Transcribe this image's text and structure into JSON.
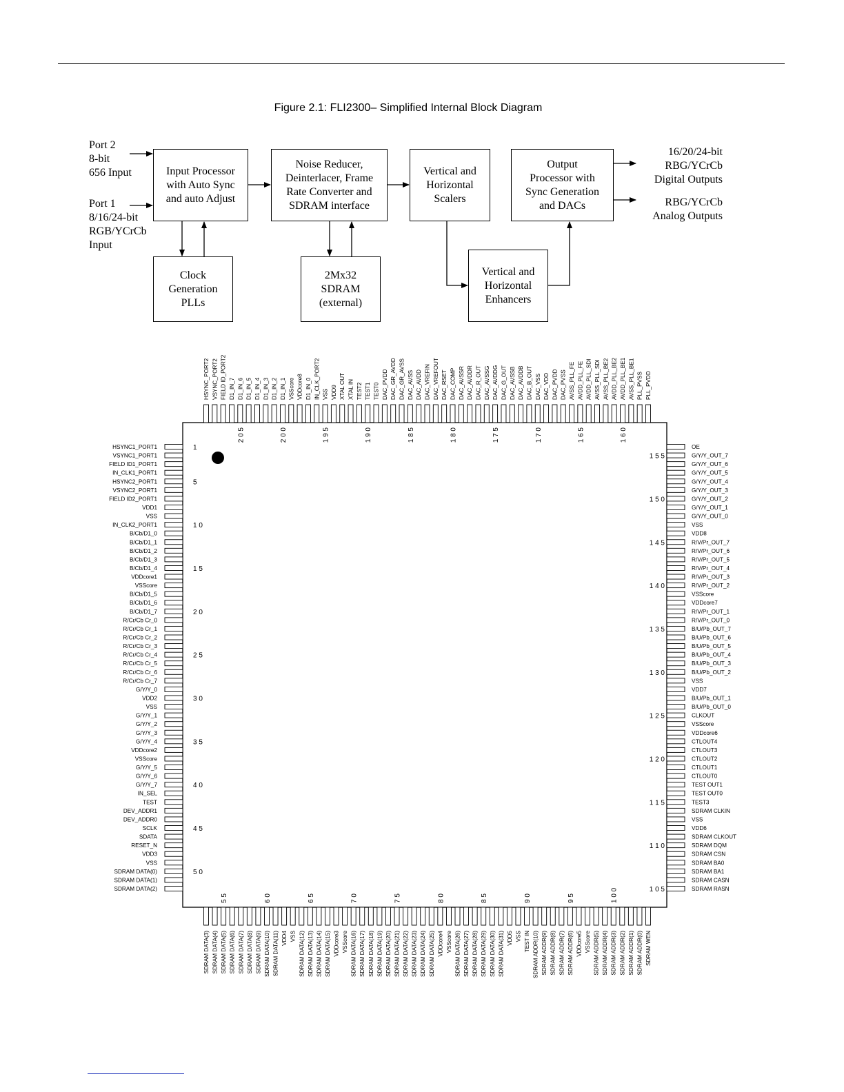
{
  "figure_title": "Figure 2.1: FLI2300– Simplified Internal Block Diagram",
  "block_diagram": {
    "inputs": {
      "port2": "Port 2\n8-bit\n656 Input",
      "port1": "Port 1\n8/16/24-bit\nRGB/YCrCb\nInput"
    },
    "blocks": {
      "input_processor": "Input Processor\nwith Auto Sync\nand auto Adjust",
      "noise_reducer": "Noise Reducer,\nDeinterlacer, Frame\nRate Converter and\nSDRAM interface",
      "scalers": "Vertical and\nHorizontal\nScalers",
      "output_processor": "Output\nProcessor with\nSync Generation\nand DACs",
      "clock_gen": "Clock\nGeneration\nPLLs",
      "sdram": "2Mx32\nSDRAM\n(external)",
      "enhancers": "Vertical and\nHorizontal\nEnhancers"
    },
    "outputs": {
      "digital": "16/20/24-bit\nRBG/YCrCb\nDigital Outputs",
      "analog": "RBG/YCrCb\nAnalog Outputs"
    }
  },
  "pinout": {
    "left_pins": [
      "HSYNC1_PORT1",
      "VSYNC1_PORT1",
      "FIELD ID1_PORT1",
      "IN_CLK1_PORT1",
      "HSYNC2_PORT1",
      "VSYNC2_PORT1",
      "FIELD ID2_PORT1",
      "VDD1",
      "VSS",
      "IN_CLK2_PORT1",
      "B/Cb/D1_0",
      "B/Cb/D1_1",
      "B/Cb/D1_2",
      "B/Cb/D1_3",
      "B/Cb/D1_4",
      "VDDcore1",
      "VSScore",
      "B/Cb/D1_5",
      "B/Cb/D1_6",
      "B/Cb/D1_7",
      "R/Cr/Cb Cr_0",
      "R/Cr/Cb Cr_1",
      "R/Cr/Cb Cr_2",
      "R/Cr/Cb Cr_3",
      "R/Cr/Cb Cr_4",
      "R/Cr/Cb Cr_5",
      "R/Cr/Cb Cr_6",
      "R/Cr/Cb Cr_7",
      "G/Y/Y_0",
      "VDD2",
      "VSS",
      "G/Y/Y_1",
      "G/Y/Y_2",
      "G/Y/Y_3",
      "G/Y/Y_4",
      "VDDcore2",
      "VSScore",
      "G/Y/Y_5",
      "G/Y/Y_6",
      "G/Y/Y_7",
      "IN_SEL",
      "TEST",
      "DEV_ADDR1",
      "DEV_ADDR0",
      "SCLK",
      "SDATA",
      "RESET_N",
      "VDD3",
      "VSS",
      "SDRAM DATA(0)",
      "SDRAM DATA(1)",
      "SDRAM DATA(2)"
    ],
    "bottom_pins": [
      "SDRAM DATA(3)",
      "SDRAM DATA(4)",
      "SDRAM DATA(5)",
      "SDRAM DATA(6)",
      "SDRAM DATA(7)",
      "SDRAM DATA(8)",
      "SDRAM DATA(9)",
      "SDRAM DATA(10)",
      "SDRAM DATA(11)",
      "VDD4",
      "VSS",
      "SDRAM DATA(12)",
      "SDRAM DATA(13)",
      "SDRAM DATA(14)",
      "SDRAM DATA(15)",
      "VDDcore3",
      "VSScore",
      "SDRAM DATA(16)",
      "SDRAM DATA(17)",
      "SDRAM DATA(18)",
      "SDRAM DATA(19)",
      "SDRAM DATA(20)",
      "SDRAM DATA(21)",
      "SDRAM DATA(22)",
      "SDRAM DATA(23)",
      "SDRAM DATA(24)",
      "SDRAM DATA(25)",
      "VDDcore4",
      "VSScore",
      "SDRAM DATA(26)",
      "SDRAM DATA(27)",
      "SDRAM DATA(28)",
      "SDRAM DATA(29)",
      "SDRAM DATA(30)",
      "SDRAM DATA(31)",
      "VDD5",
      "VSS",
      "TEST IN",
      "SDRAM ADDR(10)",
      "SDRAM ADDR(9)",
      "SDRAM ADDR(8)",
      "SDRAM ADDR(7)",
      "SDRAM ADDR(6)",
      "VDDcore5",
      "VSScore",
      "SDRAM ADDR(5)",
      "SDRAM ADDR(4)",
      "SDRAM ADDR(3)",
      "SDRAM ADDR(2)",
      "SDRAM ADDR(1)",
      "SDRAM ADDR(0)",
      "SDRAM WEN"
    ],
    "right_pins": [
      "SDRAM RASN",
      "SDRAM CASN",
      "SDRAM BA1",
      "SDRAM BA0",
      "SDRAM CSN",
      "SDRAM DQM",
      "SDRAM CLKOUT",
      "VDD6",
      "VSS",
      "SDRAM CLKIN",
      "TEST3",
      "TEST OUT0",
      "TEST OUT1",
      "CTLOUT0",
      "CTLOUT1",
      "CTLOUT2",
      "CTLOUT3",
      "CTLOUT4",
      "VDDcore6",
      "VSScore",
      "CLKOUT",
      "B/U/Pb_OUT_0",
      "B/U/Pb_OUT_1",
      "VDD7",
      "VSS",
      "B/U/Pb_OUT_2",
      "B/U/Pb_OUT_3",
      "B/U/Pb_OUT_4",
      "B/U/Pb_OUT_5",
      "B/U/Pb_OUT_6",
      "B/U/Pb_OUT_7",
      "R/V/Pr_OUT_0",
      "R/V/Pr_OUT_1",
      "VDDcore7",
      "VSScore",
      "R/V/Pr_OUT_2",
      "R/V/Pr_OUT_3",
      "R/V/Pr_OUT_4",
      "R/V/Pr_OUT_5",
      "R/V/Pr_OUT_6",
      "R/V/Pr_OUT_7",
      "VDD8",
      "VSS",
      "G/Y/Y_OUT_0",
      "G/Y/Y_OUT_1",
      "G/Y/Y_OUT_2",
      "G/Y/Y_OUT_3",
      "G/Y/Y_OUT_4",
      "G/Y/Y_OUT_5",
      "G/Y/Y_OUT_6",
      "G/Y/Y_OUT_7",
      "OE"
    ],
    "top_pins": [
      "PLL_PVDD",
      "PLL_PVSS",
      "AVSS_PLL_BE1",
      "AVDD_PLL_BE1",
      "AVDD_PLL_BE2",
      "AVSS_PLL_BE2",
      "AVSS_PLL_SDI",
      "AVDD_PLL_SDI",
      "AVDD_PLL_FE",
      "AVSS_PLL_FE",
      "DAC_PVSS",
      "DAC_PVDD",
      "DAC_VDD",
      "DAC_VSS",
      "DAC_B_OUT",
      "DAC_AVDDB",
      "DAC_AVSSB",
      "DAC_G_OUT",
      "DAC_AVDDG",
      "DAC_AVSSG",
      "DAC_R_OUT",
      "DAC_AVDDR",
      "DAC_AVSSR",
      "DAC_COMP",
      "DAC_RSET",
      "DAC_VREFOUT",
      "DAC_VREFIN",
      "DAC_AVDD",
      "DAC_AVSS",
      "DAC_GR_AVSS",
      "DAC_GR_AVDD",
      "DAC_PVDD",
      "TEST0",
      "TEST1",
      "TEST2",
      "XTAL IN",
      "XTAL OUT",
      "VDD9",
      "VSS",
      "IN_CLK_PORT2",
      "D1_IN_0",
      "VDDcore8",
      "VSScore",
      "D1_IN_1",
      "D1_IN_2",
      "D1_IN_3",
      "D1_IN_4",
      "D1_IN_5",
      "D1_IN_6",
      "D1_IN_7",
      "FIELD ID_PORT2",
      "VSYNC_PORT2",
      "HSYNC_PORT2"
    ],
    "pin_numbers": {
      "left": [
        "1",
        "5",
        "1 0",
        "1 5",
        "2 0",
        "2 5",
        "3 0",
        "3 5",
        "4 0",
        "4 5",
        "5 0"
      ],
      "bottom": [
        "5 5",
        "6 0",
        "6 5",
        "7 0",
        "7 5",
        "8 0",
        "8 5",
        "9 0",
        "9 5",
        "1 0 0"
      ],
      "right": [
        "1 0 5",
        "1 1 0",
        "1 1 5",
        "1 2 0",
        "1 2 5",
        "1 3 0",
        "1 3 5",
        "1 4 0",
        "1 4 5",
        "1 5 0",
        "1 5 5"
      ],
      "top": [
        "1 6 0",
        "1 6 5",
        "1 7 0",
        "1 7 5",
        "1 8 0",
        "1 8 5",
        "1 9 0",
        "1 9 5",
        "2 0 0",
        "2 0 5"
      ]
    }
  }
}
